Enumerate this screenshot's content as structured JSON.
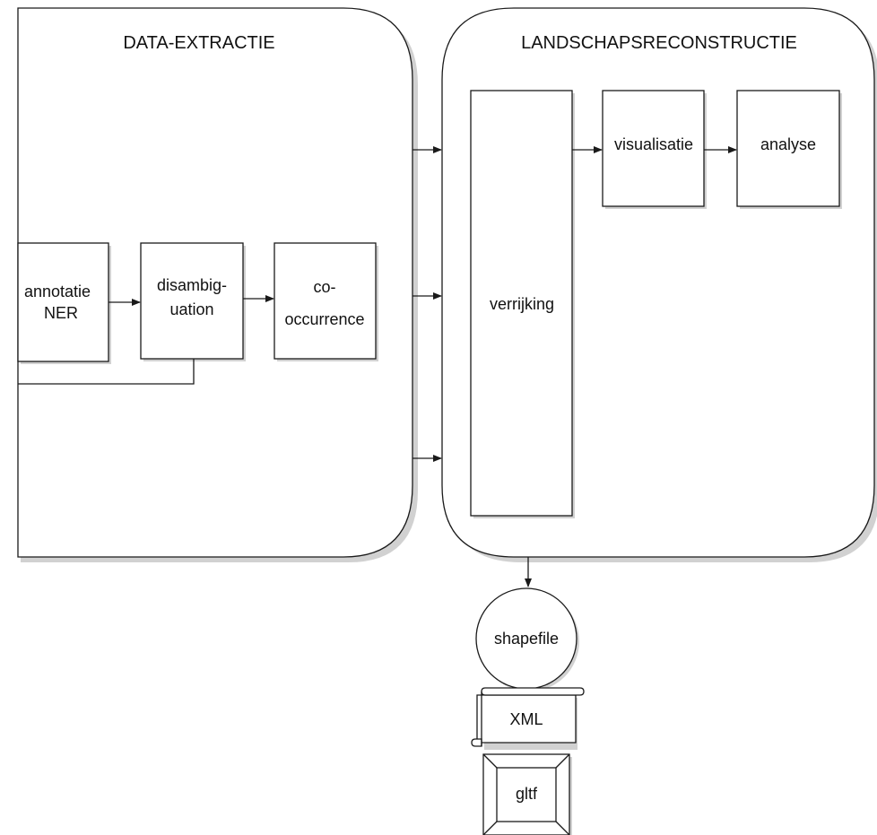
{
  "panels": {
    "extraction": {
      "title": "DATA-EXTRACTIE"
    },
    "reconstruction": {
      "title": "LANDSCHAPSRECONSTRUCTIE"
    }
  },
  "nodes": {
    "annotatie": {
      "line1": "annotatie",
      "line2": "NER"
    },
    "disambiguation": {
      "line1": "disambig-",
      "line2": "uation"
    },
    "cooccurrence": {
      "line1": "co-",
      "line2": "occurrence"
    },
    "verrijking": {
      "label": "verrijking"
    },
    "visualisatie": {
      "label": "visualisatie"
    },
    "analyse": {
      "label": "analyse"
    }
  },
  "outputs": {
    "shapefile": {
      "label": "shapefile"
    },
    "xml": {
      "label": "XML"
    },
    "gltf": {
      "label": "gltf"
    }
  }
}
